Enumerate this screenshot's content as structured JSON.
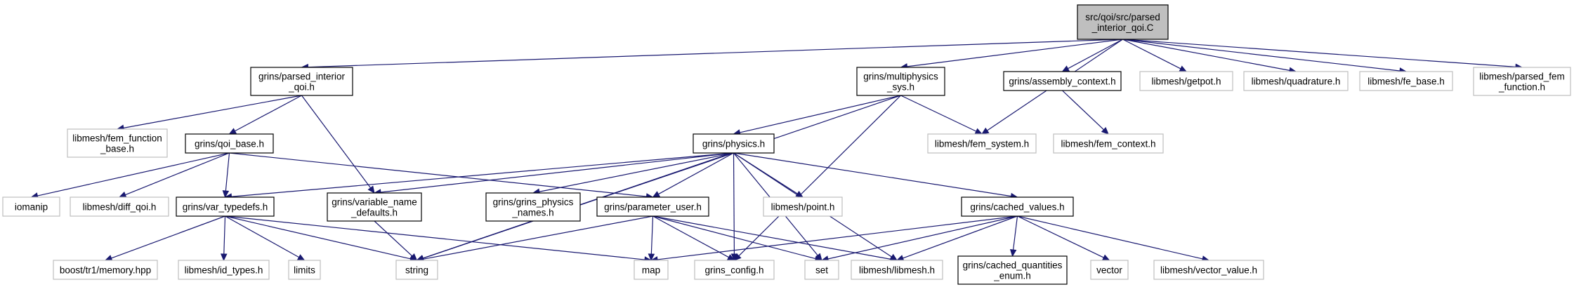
{
  "graph": {
    "nodes": [
      {
        "id": "root",
        "lines": [
          "src/qoi/src/parsed",
          "_interior_qoi.C"
        ],
        "kind": "root",
        "interactable": false
      },
      {
        "id": "parsed_interior_qoi_h",
        "lines": [
          "grins/parsed_interior",
          "_qoi.h"
        ],
        "kind": "documented",
        "interactable": true
      },
      {
        "id": "multiphysics_sys_h",
        "lines": [
          "grins/multiphysics",
          "_sys.h"
        ],
        "kind": "documented",
        "interactable": true
      },
      {
        "id": "assembly_context_h",
        "lines": [
          "grins/assembly_context.h"
        ],
        "kind": "documented",
        "interactable": true
      },
      {
        "id": "getpot_h",
        "lines": [
          "libmesh/getpot.h"
        ],
        "kind": "external",
        "interactable": false
      },
      {
        "id": "quadrature_h",
        "lines": [
          "libmesh/quadrature.h"
        ],
        "kind": "external",
        "interactable": false
      },
      {
        "id": "fe_base_h",
        "lines": [
          "libmesh/fe_base.h"
        ],
        "kind": "external",
        "interactable": false
      },
      {
        "id": "parsed_fem_function_h",
        "lines": [
          "libmesh/parsed_fem",
          "_function.h"
        ],
        "kind": "external",
        "interactable": false
      },
      {
        "id": "fem_function_base_h",
        "lines": [
          "libmesh/fem_function",
          "_base.h"
        ],
        "kind": "external",
        "interactable": false
      },
      {
        "id": "qoi_base_h",
        "lines": [
          "grins/qoi_base.h"
        ],
        "kind": "documented",
        "interactable": true
      },
      {
        "id": "physics_h",
        "lines": [
          "grins/physics.h"
        ],
        "kind": "documented",
        "interactable": true
      },
      {
        "id": "fem_system_h",
        "lines": [
          "libmesh/fem_system.h"
        ],
        "kind": "external",
        "interactable": false
      },
      {
        "id": "fem_context_h",
        "lines": [
          "libmesh/fem_context.h"
        ],
        "kind": "external",
        "interactable": false
      },
      {
        "id": "iomanip",
        "lines": [
          "iomanip"
        ],
        "kind": "external",
        "interactable": false
      },
      {
        "id": "diff_qoi_h",
        "lines": [
          "libmesh/diff_qoi.h"
        ],
        "kind": "external",
        "interactable": false
      },
      {
        "id": "var_typedefs_h",
        "lines": [
          "grins/var_typedefs.h"
        ],
        "kind": "documented",
        "interactable": true
      },
      {
        "id": "variable_name_defaults_h",
        "lines": [
          "grins/variable_name",
          "_defaults.h"
        ],
        "kind": "documented",
        "interactable": true
      },
      {
        "id": "grins_physics_names_h",
        "lines": [
          "grins/grins_physics",
          "_names.h"
        ],
        "kind": "documented",
        "interactable": true
      },
      {
        "id": "parameter_user_h",
        "lines": [
          "grins/parameter_user.h"
        ],
        "kind": "documented",
        "interactable": true
      },
      {
        "id": "point_h",
        "lines": [
          "libmesh/point.h"
        ],
        "kind": "external",
        "interactable": false
      },
      {
        "id": "cached_values_h",
        "lines": [
          "grins/cached_values.h"
        ],
        "kind": "documented",
        "interactable": true
      },
      {
        "id": "memory_hpp",
        "lines": [
          "boost/tr1/memory.hpp"
        ],
        "kind": "external",
        "interactable": false
      },
      {
        "id": "id_types_h",
        "lines": [
          "libmesh/id_types.h"
        ],
        "kind": "external",
        "interactable": false
      },
      {
        "id": "limits",
        "lines": [
          "limits"
        ],
        "kind": "external",
        "interactable": false
      },
      {
        "id": "string",
        "lines": [
          "string"
        ],
        "kind": "external",
        "interactable": false
      },
      {
        "id": "map",
        "lines": [
          "map"
        ],
        "kind": "external",
        "interactable": false
      },
      {
        "id": "grins_config_h",
        "lines": [
          "grins_config.h"
        ],
        "kind": "external",
        "interactable": false
      },
      {
        "id": "set",
        "lines": [
          "set"
        ],
        "kind": "external",
        "interactable": false
      },
      {
        "id": "libmesh_h",
        "lines": [
          "libmesh/libmesh.h"
        ],
        "kind": "external",
        "interactable": false
      },
      {
        "id": "cached_quantities_enum_h",
        "lines": [
          "grins/cached_quantities",
          "_enum.h"
        ],
        "kind": "documented",
        "interactable": true
      },
      {
        "id": "vector",
        "lines": [
          "vector"
        ],
        "kind": "external",
        "interactable": false
      },
      {
        "id": "vector_value_h",
        "lines": [
          "libmesh/vector_value.h"
        ],
        "kind": "external",
        "interactable": false
      }
    ],
    "edges": [
      [
        "root",
        "parsed_interior_qoi_h"
      ],
      [
        "root",
        "multiphysics_sys_h"
      ],
      [
        "root",
        "assembly_context_h"
      ],
      [
        "root",
        "getpot_h"
      ],
      [
        "root",
        "quadrature_h"
      ],
      [
        "root",
        "fe_base_h"
      ],
      [
        "root",
        "parsed_fem_function_h"
      ],
      [
        "root",
        "fem_system_h"
      ],
      [
        "parsed_interior_qoi_h",
        "fem_function_base_h"
      ],
      [
        "parsed_interior_qoi_h",
        "qoi_base_h"
      ],
      [
        "parsed_interior_qoi_h",
        "variable_name_defaults_h"
      ],
      [
        "multiphysics_sys_h",
        "physics_h"
      ],
      [
        "multiphysics_sys_h",
        "fem_system_h"
      ],
      [
        "multiphysics_sys_h",
        "string"
      ],
      [
        "multiphysics_sys_h",
        "grins_config_h"
      ],
      [
        "assembly_context_h",
        "fem_context_h"
      ],
      [
        "qoi_base_h",
        "iomanip"
      ],
      [
        "qoi_base_h",
        "diff_qoi_h"
      ],
      [
        "qoi_base_h",
        "var_typedefs_h"
      ],
      [
        "qoi_base_h",
        "parameter_user_h"
      ],
      [
        "physics_h",
        "var_typedefs_h"
      ],
      [
        "physics_h",
        "variable_name_defaults_h"
      ],
      [
        "physics_h",
        "grins_physics_names_h"
      ],
      [
        "physics_h",
        "parameter_user_h"
      ],
      [
        "physics_h",
        "point_h"
      ],
      [
        "physics_h",
        "cached_values_h"
      ],
      [
        "physics_h",
        "string"
      ],
      [
        "physics_h",
        "grins_config_h"
      ],
      [
        "physics_h",
        "set"
      ],
      [
        "physics_h",
        "libmesh_h"
      ],
      [
        "var_typedefs_h",
        "memory_hpp"
      ],
      [
        "var_typedefs_h",
        "id_types_h"
      ],
      [
        "var_typedefs_h",
        "limits"
      ],
      [
        "var_typedefs_h",
        "string"
      ],
      [
        "var_typedefs_h",
        "map"
      ],
      [
        "variable_name_defaults_h",
        "string"
      ],
      [
        "grins_physics_names_h",
        "string"
      ],
      [
        "parameter_user_h",
        "string"
      ],
      [
        "parameter_user_h",
        "map"
      ],
      [
        "parameter_user_h",
        "grins_config_h"
      ],
      [
        "parameter_user_h",
        "set"
      ],
      [
        "parameter_user_h",
        "libmesh_h"
      ],
      [
        "cached_values_h",
        "map"
      ],
      [
        "cached_values_h",
        "set"
      ],
      [
        "cached_values_h",
        "libmesh_h"
      ],
      [
        "cached_values_h",
        "cached_quantities_enum_h"
      ],
      [
        "cached_values_h",
        "vector"
      ],
      [
        "cached_values_h",
        "vector_value_h"
      ]
    ],
    "colors": {
      "edge": "#191970",
      "root_fill": "#bfbfbf",
      "documented_border": "#000000",
      "external_border": "#bfbfbf",
      "text": "#000000"
    }
  }
}
